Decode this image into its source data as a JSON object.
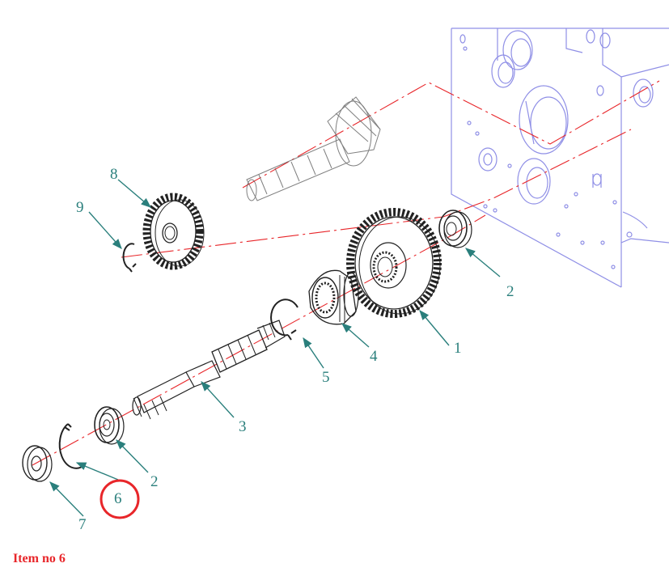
{
  "colors": {
    "line": "#222222",
    "callout": "#2a7f7c",
    "housing": "#8f8fe6",
    "centerline": "#e8262a",
    "highlight": "#e8262a",
    "caption": "#e8262a"
  },
  "callouts": [
    {
      "id": "item-1",
      "label": "1"
    },
    {
      "id": "item-2a",
      "label": "2"
    },
    {
      "id": "item-2b",
      "label": "2"
    },
    {
      "id": "item-3",
      "label": "3"
    },
    {
      "id": "item-4",
      "label": "4"
    },
    {
      "id": "item-5",
      "label": "5"
    },
    {
      "id": "item-6",
      "label": "6"
    },
    {
      "id": "item-7",
      "label": "7"
    },
    {
      "id": "item-8",
      "label": "8"
    },
    {
      "id": "item-9",
      "label": "9"
    }
  ],
  "highlight": {
    "item": "6"
  },
  "caption": "Item no 6"
}
